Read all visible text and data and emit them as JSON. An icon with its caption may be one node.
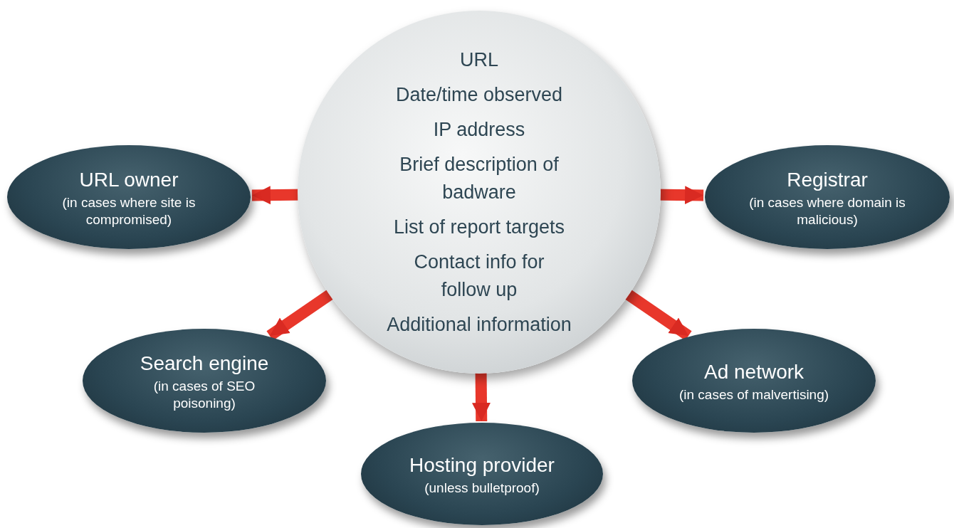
{
  "diagram": {
    "nodes": [
      {
        "text": [
          "URL",
          "Date/time observed",
          "IP address",
          "Brief description of badware",
          "List of report targets",
          "Contact info for follow up",
          "Additional information"
        ]
      },
      {
        "text": [
          "URL owner",
          "(in cases where site is compromised)"
        ]
      },
      {
        "text": [
          "Registrar",
          "(in cases where domain is malicious)"
        ]
      },
      {
        "text": [
          "Search engine",
          "(in cases of SEO poisoning)"
        ]
      },
      {
        "text": [
          "Ad network",
          "(in cases of malvertising)"
        ]
      },
      {
        "text": [
          "Hosting provider",
          "(unless bulletproof)"
        ]
      }
    ],
    "edges": [
      {
        "from": 0,
        "to": 1,
        "arrow": "to"
      },
      {
        "from": 0,
        "to": 2,
        "arrow": "to"
      },
      {
        "from": 0,
        "to": 3,
        "arrow": "to"
      },
      {
        "from": 0,
        "to": 4,
        "arrow": "to"
      },
      {
        "from": 0,
        "to": 5,
        "arrow": "to"
      }
    ]
  }
}
